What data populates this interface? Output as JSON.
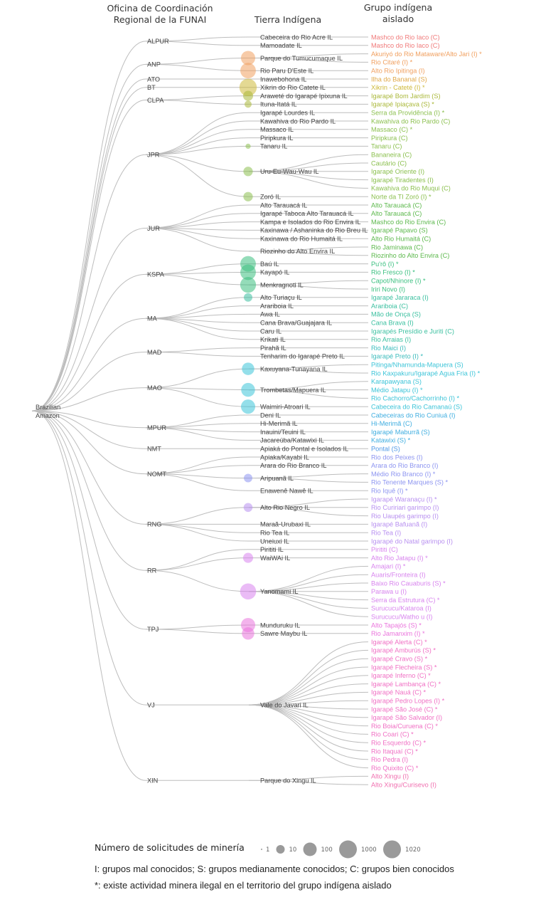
{
  "headers": {
    "office": [
      "Oficina de Coordinación",
      "Regional de la FUNAI"
    ],
    "land": "Tierra Indígena",
    "group": [
      "Grupo indígena",
      "aislado"
    ]
  },
  "root": [
    "Brazilian",
    "Amazon"
  ],
  "offices": [
    {
      "name": "ALPUR",
      "color": "#f07a7a",
      "lands": [
        {
          "name": "Cabeceira do Rio Acre IL",
          "groups": [
            "Mashco do Rio Iaco (C)"
          ]
        },
        {
          "name": "Mamoadate IL",
          "groups": [
            "Mashco do Rio Iaco (C)"
          ]
        }
      ]
    },
    {
      "name": "ANP",
      "color": "#f0a060",
      "lands": [
        {
          "name": "Parque do Tumucumaque IL",
          "requests": 150,
          "groups": [
            "Akuriyó do Rio Mataware/Alto Jari (I) *",
            "Rio Citaré (I) *"
          ]
        },
        {
          "name": "Rio Paru D'Este IL",
          "requests": 300,
          "groups": [
            "Alto Rio Ipitinga (I)"
          ]
        }
      ]
    },
    {
      "name": "ATO",
      "color": "#e0a848",
      "lands": [
        {
          "name": "Inawebohona IL",
          "groups": [
            "Ilha do Bananal (S)"
          ]
        }
      ]
    },
    {
      "name": "BT",
      "color": "#cdb93a",
      "lands": [
        {
          "name": "Xikrin do Rio Catete IL",
          "requests": 800,
          "groups": [
            "Xikrin - Cateté (I) *"
          ]
        }
      ]
    },
    {
      "name": "CLPA",
      "color": "#aab83a",
      "lands": [
        {
          "name": "Araweté do Igarapé Ipixuna IL",
          "requests": 20,
          "groups": [
            "Igarapé Bom Jardim (S)"
          ]
        },
        {
          "name": "Ituna-Itatá IL",
          "requests": 6,
          "groups": [
            "Igarapé Ipiaçava (S) *"
          ]
        }
      ]
    },
    {
      "name": "JPR",
      "color": "#8cc050",
      "lands": [
        {
          "name": "Igarapé Lourdes IL",
          "groups": [
            "Serra da Providência (I) *"
          ]
        },
        {
          "name": "Kawahiva do Rio Pardo IL",
          "groups": [
            "Kawahiva do Rio Pardo (C)"
          ]
        },
        {
          "name": "Massaco IL",
          "groups": [
            "Massaco (C) *"
          ]
        },
        {
          "name": "Piripkura IL",
          "groups": [
            "Piripkura (C)"
          ]
        },
        {
          "name": "Tanaru IL",
          "requests": 3,
          "groups": [
            "Tanaru (C)"
          ]
        },
        {
          "name": "Uru-Eu-Wau-Wau IL",
          "requests": 15,
          "groups": [
            "Bananeira (C)",
            "Cautário (C)",
            "Igarapé Oriente (I)",
            "Igarapé Tiradentes (I)",
            "Kawahiva do Rio Muqui (C)"
          ]
        },
        {
          "name": "Zoró IL",
          "requests": 15,
          "groups": [
            "Norte da TI Zoró (I) *"
          ]
        }
      ]
    },
    {
      "name": "JUR",
      "color": "#5cb84c",
      "lands": [
        {
          "name": "Alto Tarauacá IL",
          "groups": [
            "Alto Tarauacá (C)"
          ]
        },
        {
          "name": "Igarapé Taboca Alto Tarauacá IL",
          "groups": [
            "Alto Tarauacá (C)"
          ]
        },
        {
          "name": "Kampa e Isolados do Rio Envira IL",
          "groups": [
            "Mashco do Rio Envira (C)"
          ]
        },
        {
          "name": "Kaxinawa / Ashaninka do Rio Breu IL",
          "groups": [
            "Igarapé Papavo (S)"
          ]
        },
        {
          "name": "Kaxinawa do Rio Humaitá IL",
          "groups": [
            "Alto Rio Humaitá (C)"
          ]
        },
        {
          "name": "Riozinho do Alto Envira IL",
          "groups": [
            "Rio Jaminawa (C)",
            "Riozinho do Alto Envira (C)"
          ]
        }
      ]
    },
    {
      "name": "KSPA",
      "color": "#3cc080",
      "lands": [
        {
          "name": "Baú IL",
          "requests": 300,
          "groups": [
            "Pu'rô (I) *"
          ]
        },
        {
          "name": "Kayapó IL",
          "requests": 300,
          "groups": [
            "Rio Fresco (I) *"
          ]
        },
        {
          "name": "Menkragnoti IL",
          "requests": 350,
          "groups": [
            "Capot/Nhinore (I) *",
            "Iriri Novo (I)"
          ]
        }
      ]
    },
    {
      "name": "MA",
      "color": "#3cc0a0",
      "lands": [
        {
          "name": "Alto Turiaçu IL",
          "requests": 10,
          "groups": [
            "Igarapé Jararaca (I)"
          ]
        },
        {
          "name": "Arariboia IL",
          "groups": [
            "Arariboia (C)"
          ]
        },
        {
          "name": "Awa IL",
          "groups": [
            "Mão de Onça (S)"
          ]
        },
        {
          "name": "Cana Brava/Guajajara IL",
          "groups": [
            "Cana Brava (I)"
          ]
        },
        {
          "name": "Caru IL",
          "groups": [
            "Igarapés Presídio e Juriti (C)"
          ]
        },
        {
          "name": "Krikati IL",
          "groups": [
            "Rio Arraias (I)"
          ]
        }
      ]
    },
    {
      "name": "MAD",
      "color": "#3cbcbc",
      "lands": [
        {
          "name": "Pirahã IL",
          "groups": [
            "Rio Maici (I)"
          ]
        },
        {
          "name": "Tenharim do Igarapé Preto IL",
          "groups": [
            "Igarapé Preto (I) *"
          ]
        }
      ]
    },
    {
      "name": "MAO",
      "color": "#3cc4d8",
      "lands": [
        {
          "name": "Kaxuyana-Tunayana IL",
          "requests": 60,
          "groups": [
            "Pitinga/Nhamunda-Mapuera (S)",
            "Rio Kaxpakuru/Igarapé Agua Fria (I) *"
          ]
        },
        {
          "name": "Trombetas/Mapuera IL",
          "requests": 120,
          "groups": [
            "Karapawyana (S)",
            "Médio Jatapu (I) *",
            "Rio Cachorro/Cachorrinho (I) *"
          ]
        },
        {
          "name": "Waimiri-Atroari IL",
          "requests": 150,
          "groups": [
            "Cabeceira do Rio Camanaú (S)"
          ]
        }
      ]
    },
    {
      "name": "MPUR",
      "color": "#40aee0",
      "lands": [
        {
          "name": "Deni IL",
          "groups": [
            "Cabeceiras do Rio Cuniuá (I)"
          ]
        },
        {
          "name": "Hi-Merimã IL",
          "groups": [
            "Hi-Merimã (C)"
          ]
        },
        {
          "name": "Inauini/Teuini IL",
          "groups": [
            "Igarapé Maburrã (S)"
          ]
        },
        {
          "name": "Jacareúba/Katawixi IL",
          "groups": [
            "Katawixi (S) *"
          ]
        }
      ]
    },
    {
      "name": "NMT",
      "color": "#4e98e6",
      "lands": [
        {
          "name": "Apiaká do Pontal e Isolados IL",
          "groups": [
            "Pontal (S)"
          ]
        }
      ]
    },
    {
      "name": "NOMT",
      "color": "#8c94f0",
      "lands": [
        {
          "name": "Apiaka/Kayabi IL",
          "groups": [
            "Rio dos Peixes (I)"
          ]
        },
        {
          "name": "Arara do Rio Branco IL",
          "groups": [
            "Arara do Rio Branco (I)"
          ]
        },
        {
          "name": "Aripuanã IL",
          "requests": 10,
          "groups": [
            "Médio Rio Branco (I) *",
            "Rio Tenente Marques (S) *"
          ]
        },
        {
          "name": "Enawenê Nawê IL",
          "groups": [
            "Rio Iquê (I) *"
          ]
        }
      ]
    },
    {
      "name": "RNG",
      "color": "#b890f0",
      "lands": [
        {
          "name": "Alto Rio Negro IL",
          "requests": 12,
          "groups": [
            "Igarapé Waranaçu (I) *",
            "Rio Cuririari garimpo (I)",
            "Rio Uaupés garimpo (I)"
          ]
        },
        {
          "name": "Maraã-Urubaxi IL",
          "groups": [
            "Igarapé Bafuanã (I)"
          ]
        },
        {
          "name": "Rio Tea IL",
          "groups": [
            "Rio Tea (I)"
          ]
        },
        {
          "name": "Uneiuxi IL",
          "groups": [
            "Igarapé do Natal garimpo (I)"
          ]
        }
      ]
    },
    {
      "name": "RR",
      "color": "#d884ee",
      "lands": [
        {
          "name": "Pirititi IL",
          "groups": [
            "Pirititi (C)"
          ]
        },
        {
          "name": "WaiWAi IL",
          "requests": 20,
          "groups": [
            "Alto Rio Jatapu (I) *"
          ]
        },
        {
          "name": "Yanomami IL",
          "requests": 400,
          "groups": [
            "Amajari (I) *",
            "Auaris/Fronteira (I)",
            "Baixo Rio Cauaburis (S) *",
            "Parawa u (I)",
            "Serra da Estrutura (C) *",
            "Surucucu/Kataroa (I)",
            "Surucucu/Watho u (I)"
          ]
        }
      ]
    },
    {
      "name": "TPJ",
      "color": "#ea74dc",
      "lands": [
        {
          "name": "Munduruku IL",
          "requests": 150,
          "groups": [
            "Alto Tapajós (S) *"
          ]
        },
        {
          "name": "Sawre Maybu IL",
          "requests": 60,
          "groups": [
            "Rio Jamanxim (I) *"
          ]
        }
      ]
    },
    {
      "name": "VJ",
      "color": "#f070c4",
      "lands": [
        {
          "name": "Vale do Javari IL",
          "groups": [
            "Igarapé Alerta (C) *",
            "Igarapé Amburús (S) *",
            "Igarapé Cravo (S) *",
            "Igarapé Flecheira (S) *",
            "Igarapé Inferno (C) *",
            "Igarapé Lambança (C) *",
            "Igarapé Nauá (C) *",
            "Igarapé Pedro Lopes (I) *",
            "Igarapé São José (C) *",
            "Igarapé São Salvador (I)",
            "Rio Boia/Curuena (C) *",
            "Rio Coari (C) *",
            "Rio Esquerdo (C) *",
            "Rio Itaquaí (C) *",
            "Rio Pedra (I)",
            "Rio Quixito (C) *"
          ]
        }
      ]
    },
    {
      "name": "XIN",
      "color": "#f070b0",
      "lands": [
        {
          "name": "Parque do Xingu IL",
          "groups": [
            "Alto Xingu (I)",
            "Alto Xingu/Curisevo (I)"
          ]
        }
      ]
    }
  ],
  "legend": {
    "title": "Número de solicitudes de minería",
    "sizes": [
      1,
      10,
      100,
      1000,
      1020
    ],
    "size_labels": [
      "1",
      "10",
      "100",
      "1000",
      "1020"
    ],
    "circle_color": "#9a9a9a",
    "note_codes": "I: grupos mal conocidos; S: grupos medianamente conocidos; C: grupos bien conocidos",
    "note_star": "*: existe actividad minera ilegal en el territorio del grupo indígena aislado"
  }
}
